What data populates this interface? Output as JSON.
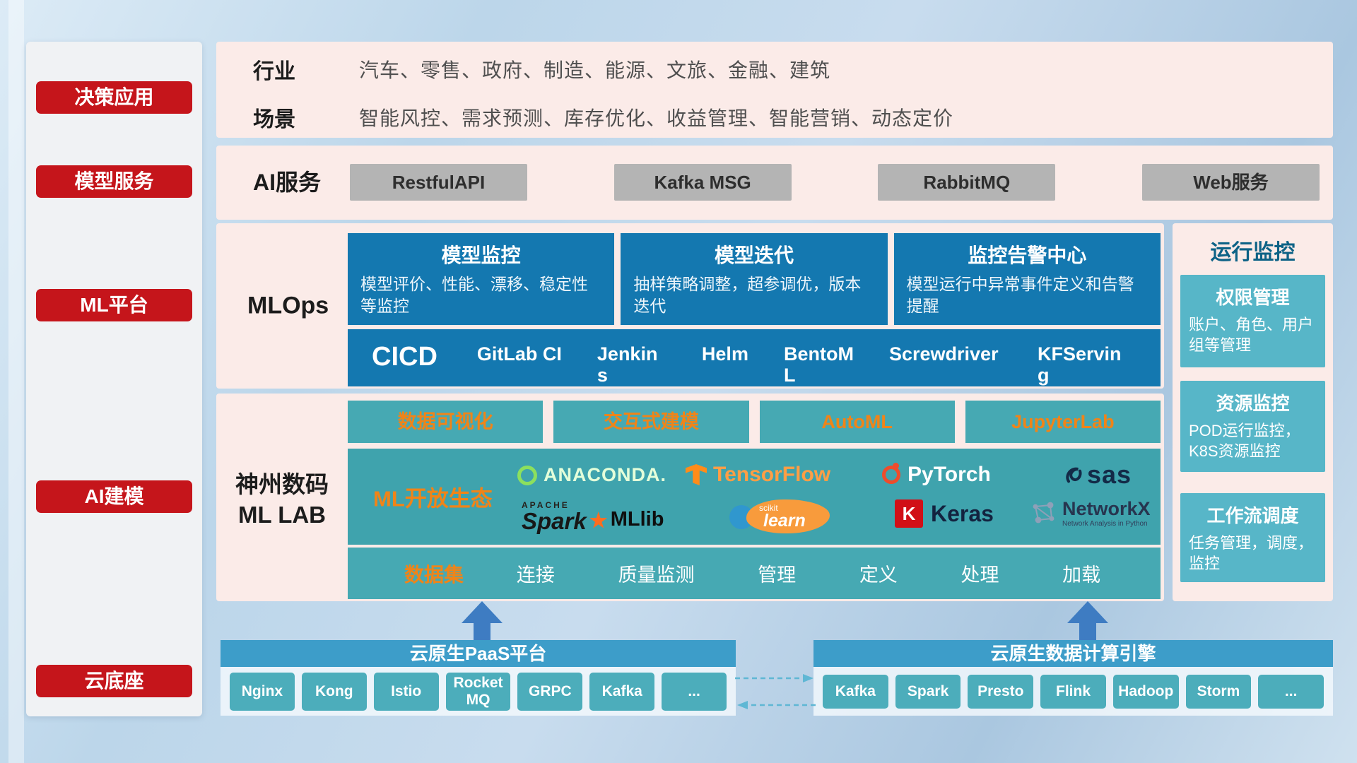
{
  "colors": {
    "red_accent": "#c5151b",
    "blue_box": "#1478b0",
    "teal_box": "#46a9b3",
    "monitor_teal": "#57b6c8",
    "cloud_header_blue": "#3d9dc9",
    "orange_text": "#f08418",
    "pink_panel": "#fbebe8"
  },
  "sidebar": {
    "items": [
      "决策应用",
      "模型服务",
      "ML平台",
      "AI建模",
      "云底座"
    ]
  },
  "industry": {
    "rows": [
      {
        "label": "行业",
        "text": "汽车、零售、政府、制造、能源、文旅、金融、建筑"
      },
      {
        "label": "场景",
        "text": "智能风控、需求预测、库存优化、收益管理、智能营销、动态定价"
      }
    ]
  },
  "ai_service": {
    "label": "AI服务",
    "buttons": [
      "RestfulAPI",
      "Kafka MSG",
      "RabbitMQ",
      "Web服务"
    ]
  },
  "mlops": {
    "label": "MLOps",
    "cards": [
      {
        "title": "模型监控",
        "body": "模型评价、性能、漂移、稳定性等监控"
      },
      {
        "title": "模型迭代",
        "body": "抽样策略调整，超参调优，版本迭代"
      },
      {
        "title": "监控告警中心",
        "body": "模型运行中异常事件定义和告警提醒"
      }
    ],
    "cicd_title": "CICD",
    "cicd_items": [
      "GitLab CI",
      "Jenkins",
      "Helm",
      "BentoML",
      "Screwdriver",
      "KFServing"
    ]
  },
  "monitor": {
    "title": "运行监控",
    "cards": [
      {
        "title": "权限管理",
        "body": "账户、角色、用户组等管理"
      },
      {
        "title": "资源监控",
        "body": "POD运行监控，K8S资源监控"
      },
      {
        "title": "工作流调度",
        "body": "任务管理，调度，监控"
      }
    ]
  },
  "mllab": {
    "label_line1": "神州数码",
    "label_line2": "ML LAB",
    "tool_buttons": [
      "数据可视化",
      "交互式建模",
      "AutoML",
      "JupyterLab"
    ],
    "ecosystem_label": "ML开放生态",
    "logos": {
      "anaconda": "ANACONDA.",
      "tensorflow": "TensorFlow",
      "pytorch": "PyTorch",
      "sas": "sas",
      "spark_top": "APACHE",
      "spark": "Spark",
      "mllib": "MLlib",
      "scikit_top": "scikit",
      "scikit": "learn",
      "keras_k": "K",
      "keras": "Keras",
      "networkx": "NetworkX",
      "networkx_caption": "Network Analysis in Python"
    },
    "dataset_label": "数据集",
    "dataset_items": [
      "连接",
      "质量监测",
      "管理",
      "定义",
      "处理",
      "加载"
    ]
  },
  "cloud": {
    "paas": {
      "title": "云原生PaaS平台",
      "buttons": [
        "Nginx",
        "Kong",
        "Istio",
        "RocketMQ",
        "GRPC",
        "Kafka",
        "..."
      ]
    },
    "data_engine": {
      "title": "云原生数据计算引擎",
      "buttons": [
        "Kafka",
        "Spark",
        "Presto",
        "Flink",
        "Hadoop",
        "Storm",
        "..."
      ]
    }
  }
}
